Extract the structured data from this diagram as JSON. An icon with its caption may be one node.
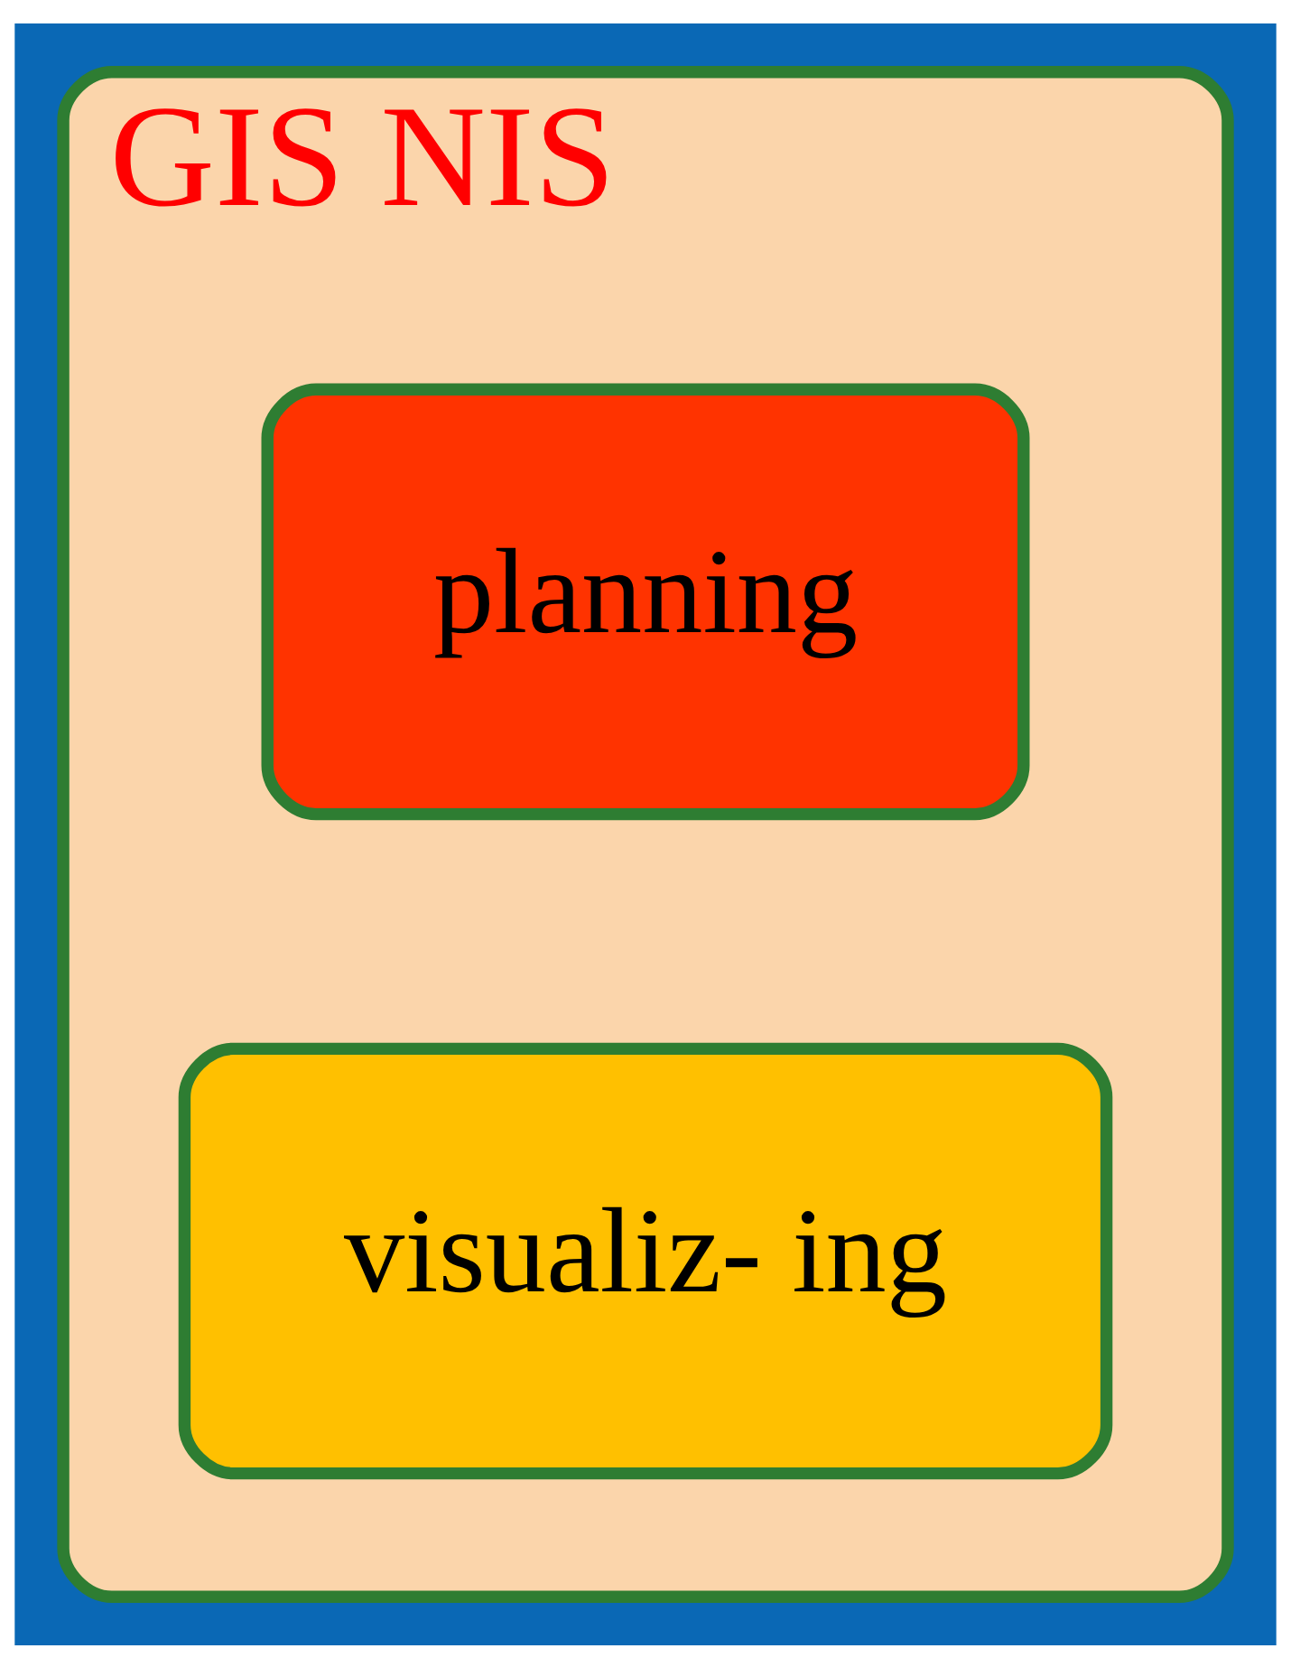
{
  "diagram": {
    "nodes": [
      {
        "text": [
          "GIS NIS"
        ]
      },
      {
        "text": [
          "planning"
        ],
        "in": 0
      },
      {
        "text": [
          "visualiz- ing"
        ],
        "in": 0
      }
    ]
  }
}
